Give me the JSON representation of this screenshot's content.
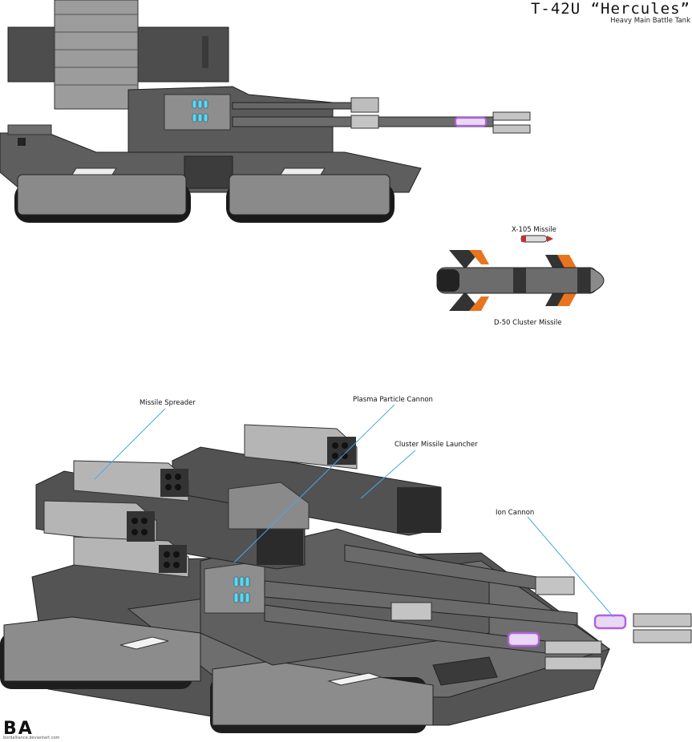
{
  "header": {
    "title": "T-42U “Hercules”",
    "subtitle": "Heavy Main Battle Tank"
  },
  "side_view": {
    "missile_small_label": "X-105 Missile",
    "missile_large_label": "D-50 Cluster Missile"
  },
  "perspective_view": {
    "callouts": {
      "missile_spreader": "Missile Spreader",
      "plasma_cannon": "Plasma Particle Cannon",
      "cluster_launcher": "Cluster Missile Launcher",
      "ion_cannon": "Ion Cannon"
    }
  },
  "signature": {
    "logo": "BA",
    "credit": "bordalliance.deviantart.com"
  },
  "colors": {
    "hull_dark": "#4a4a4a",
    "hull_mid": "#6b6b6b",
    "hull_light": "#9a9a9a",
    "pod_light": "#b5b5b5",
    "accent_orange": "#e8741e",
    "glow_cyan": "#5fd6f0",
    "glow_purple": "#b060e0",
    "callout_line": "#4aa8e6"
  }
}
